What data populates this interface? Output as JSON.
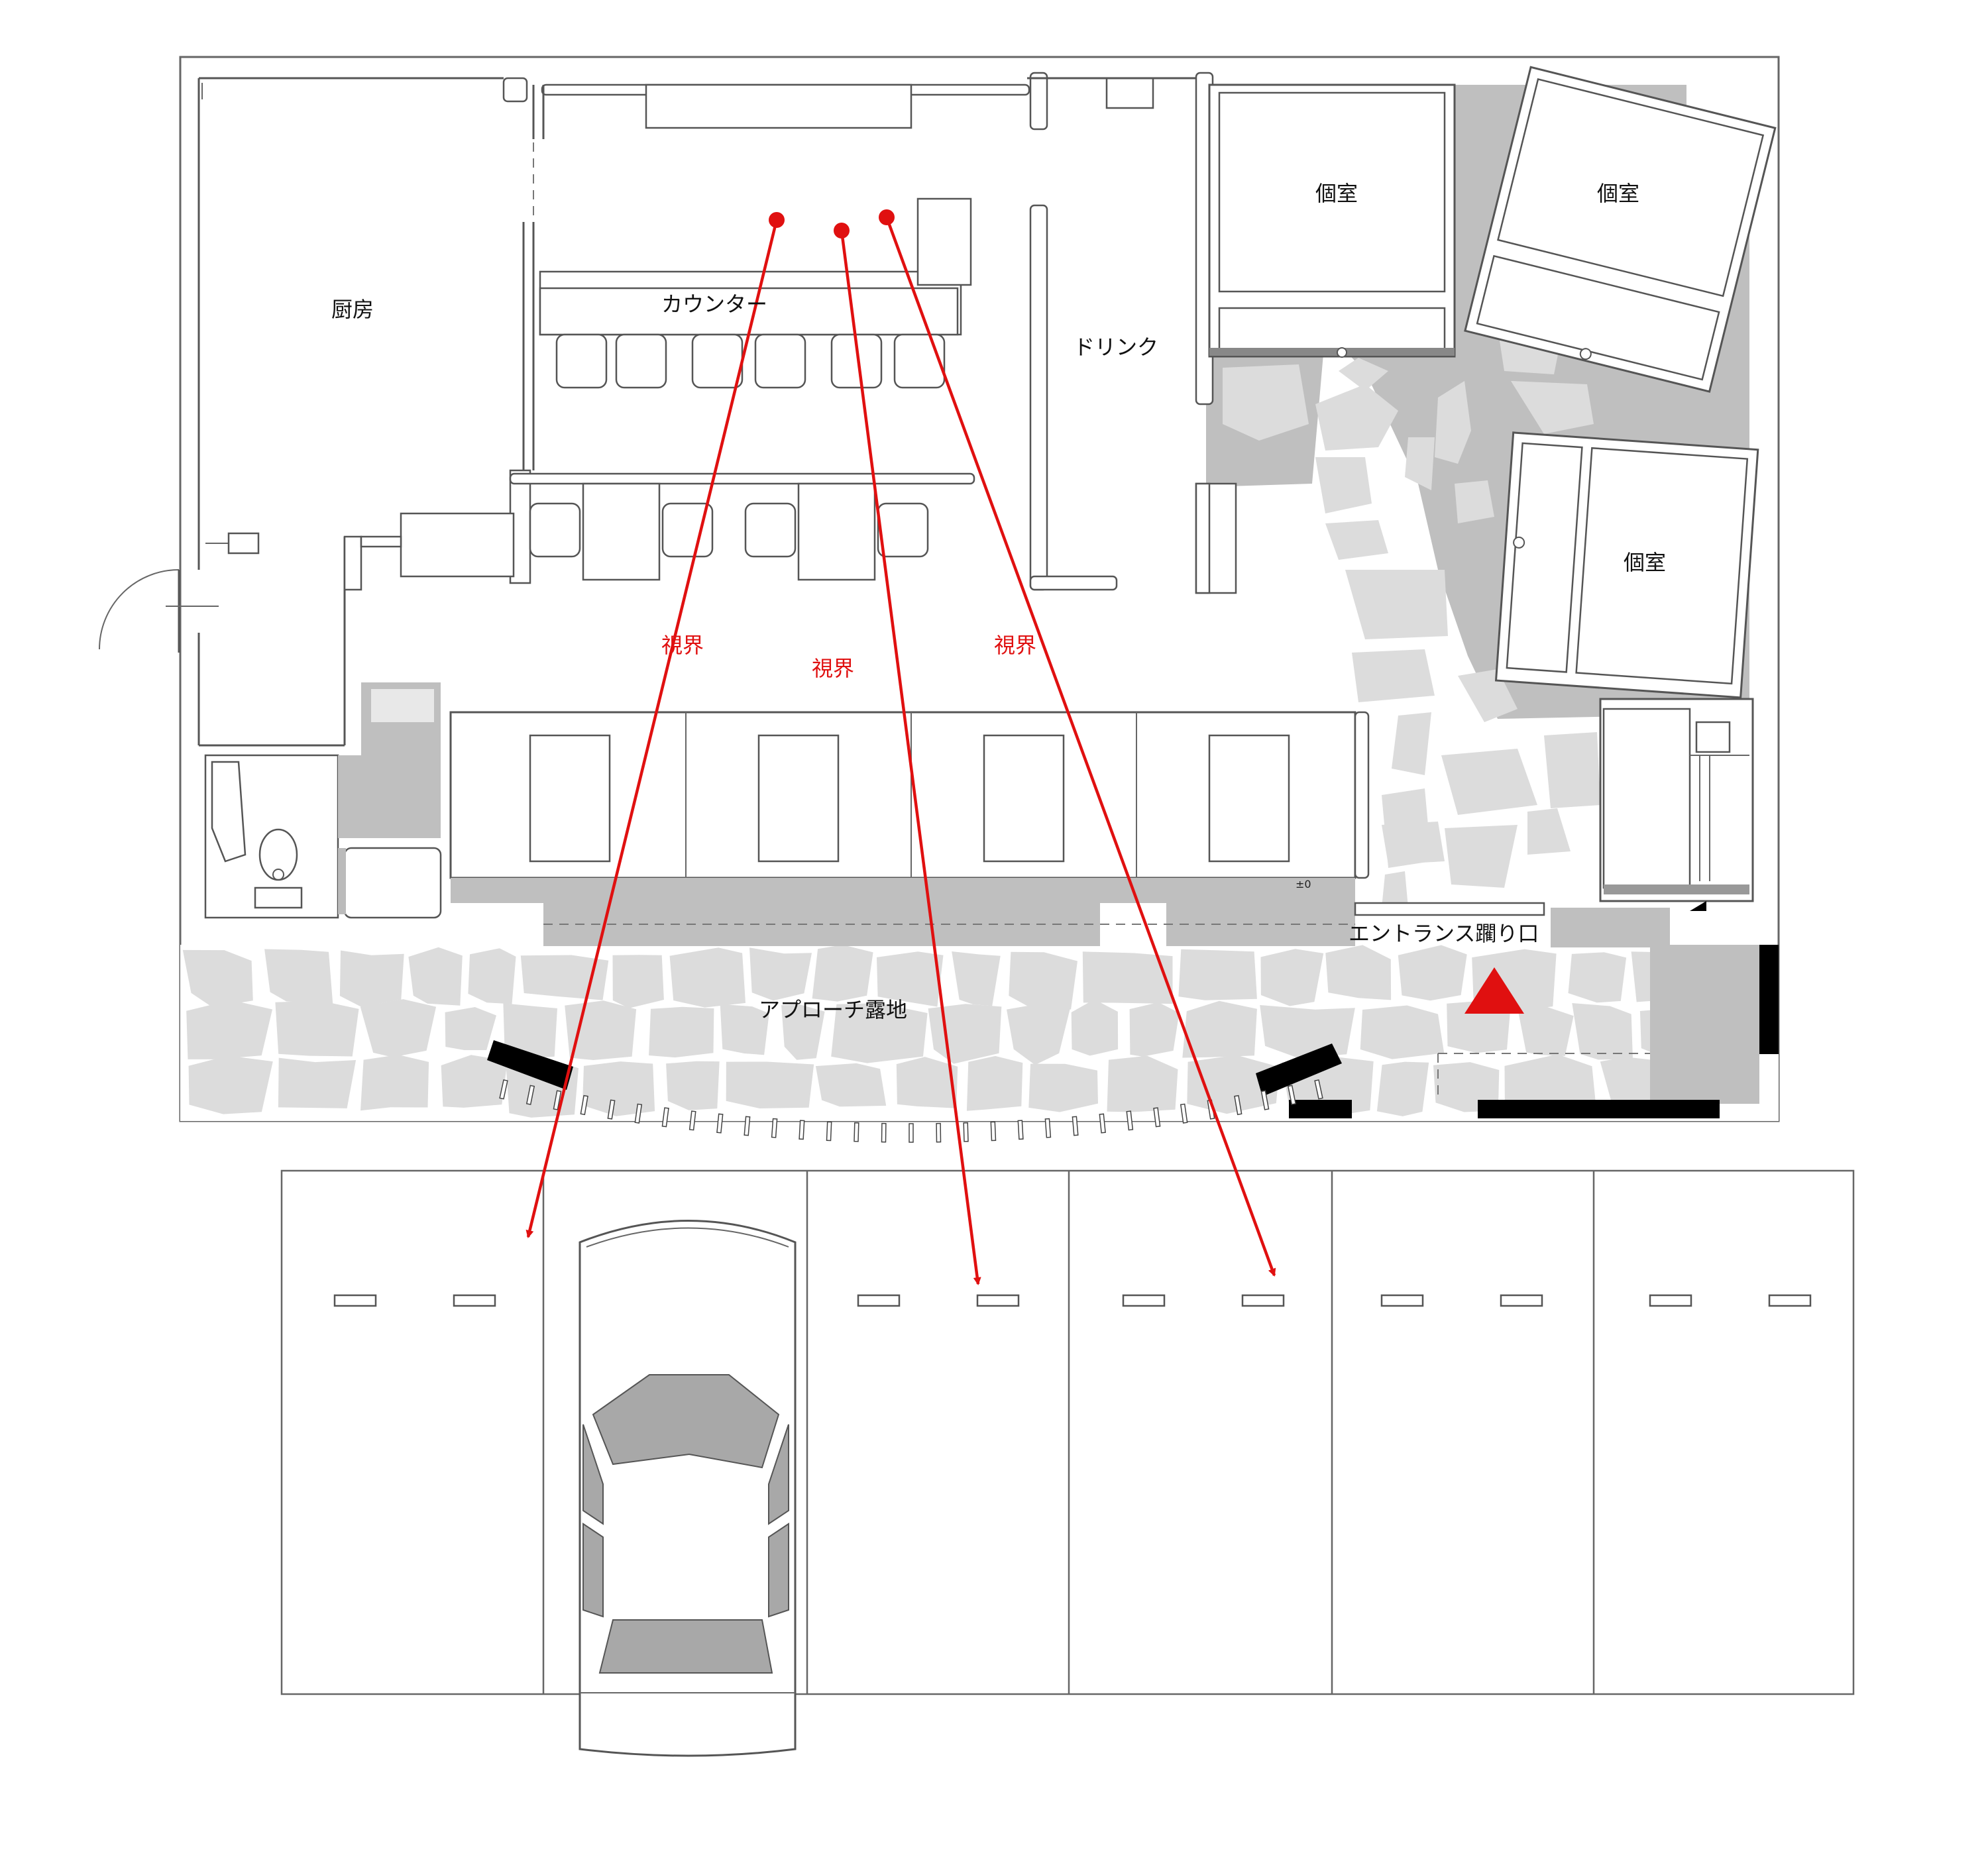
{
  "labels": {
    "kitchen": "厨房",
    "counter": "カウンター",
    "drink": "ドリンク",
    "private_room_1": "個室",
    "private_room_2": "個室",
    "private_room_3": "個室",
    "sight_1": "視界",
    "sight_2": "視界",
    "sight_3": "視界",
    "entrance": "エントランス躙り口",
    "approach": "アプローチ露地",
    "level_mark": "±0"
  },
  "colors": {
    "sightline": "#e01010",
    "entrance_marker": "#e01010",
    "stone": "#dcdcdc",
    "gray_floor": "#bfbfbf",
    "wall": "#555555",
    "car_glass": "#a8a8a8",
    "gate_black": "#000000"
  },
  "icons": {
    "entrance_marker": "red-triangle-marker",
    "viewpoint": "red-dot-marker"
  }
}
